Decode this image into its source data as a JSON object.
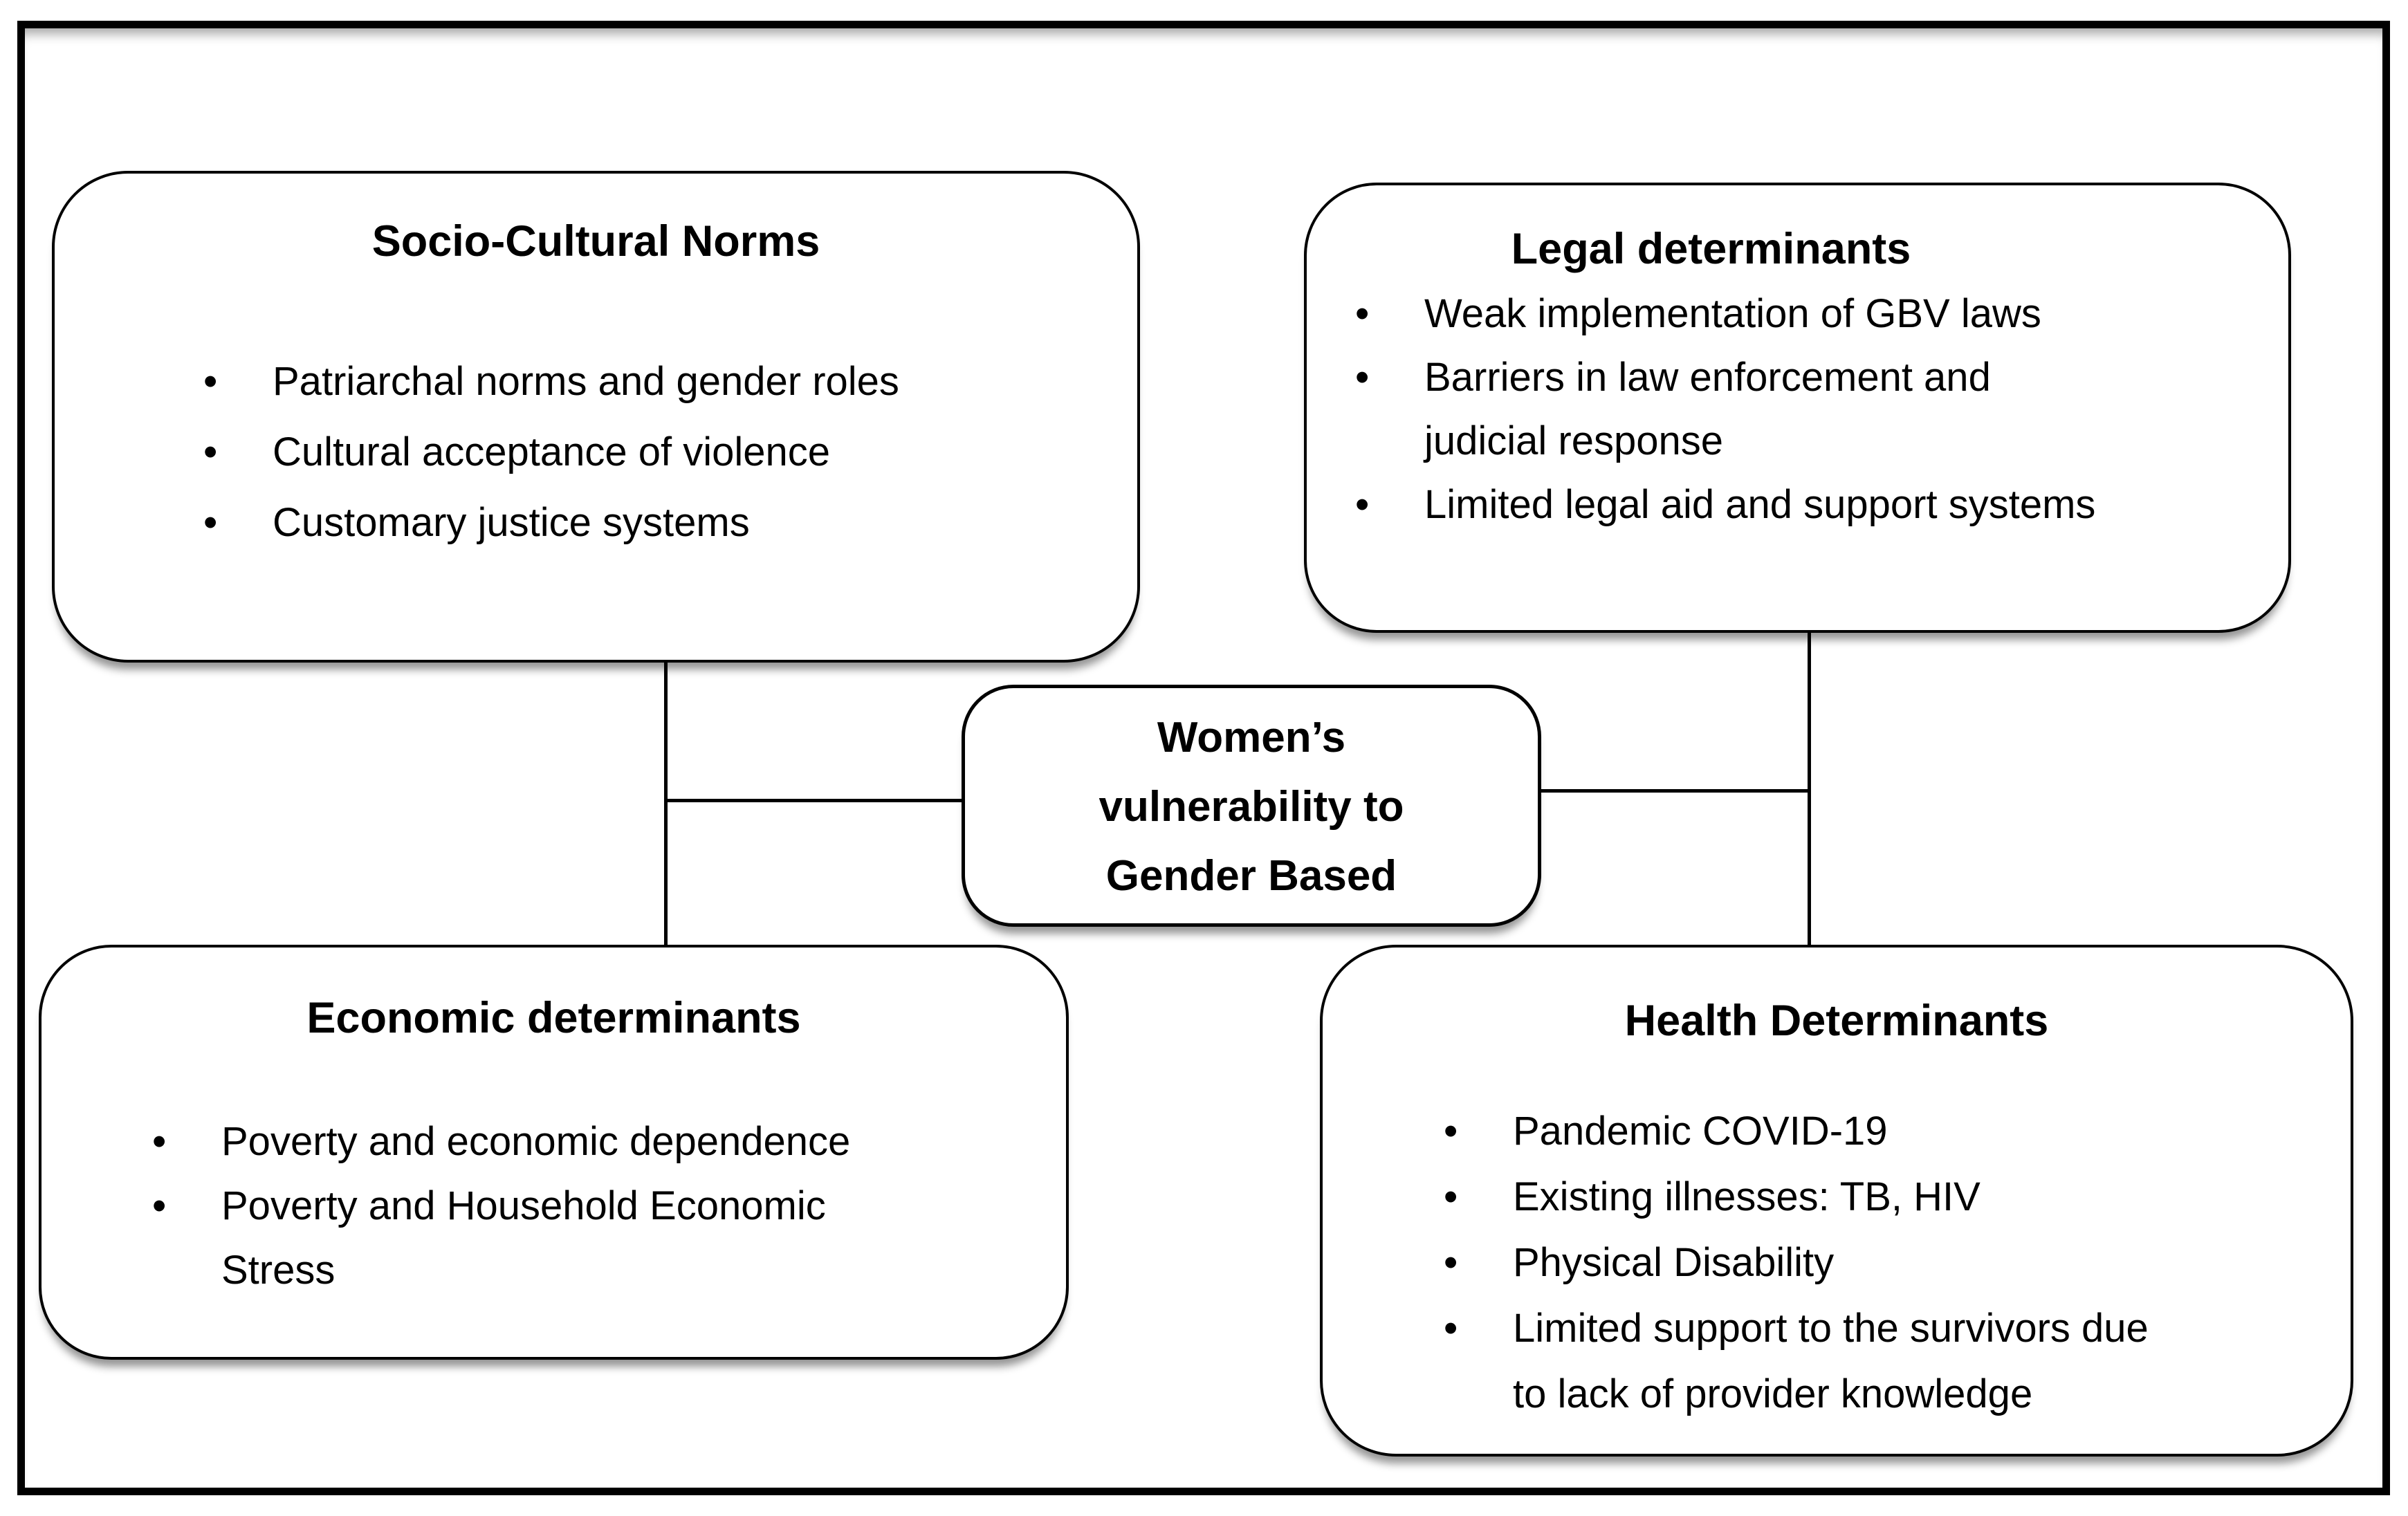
{
  "diagram": {
    "center": {
      "lines": [
        "Women’s",
        "vulnerability to",
        "Gender Based"
      ]
    },
    "boxes": [
      {
        "id": "socio-cultural-norms",
        "title": "Socio-Cultural Norms",
        "bullets": [
          "Patriarchal norms and gender roles",
          "Cultural acceptance of violence",
          "Customary justice systems"
        ]
      },
      {
        "id": "legal-determinants",
        "title": "Legal determinants",
        "bullets": [
          "Weak implementation of GBV laws",
          "Barriers in law enforcement and judicial response",
          "Limited legal aid and support systems"
        ]
      },
      {
        "id": "economic-determinants",
        "title": "Economic determinants",
        "bullets": [
          "Poverty and economic dependence",
          "Poverty and Household Economic Stress"
        ]
      },
      {
        "id": "health-determinants",
        "title": "Health Determinants",
        "bullets": [
          "Pandemic COVID-19",
          "Existing illnesses: TB, HIV",
          "Physical Disability",
          "Limited support to the survivors due to lack of provider knowledge"
        ]
      }
    ],
    "colors": {
      "line": "#000000",
      "background": "#ffffff",
      "text": "#000000"
    }
  }
}
